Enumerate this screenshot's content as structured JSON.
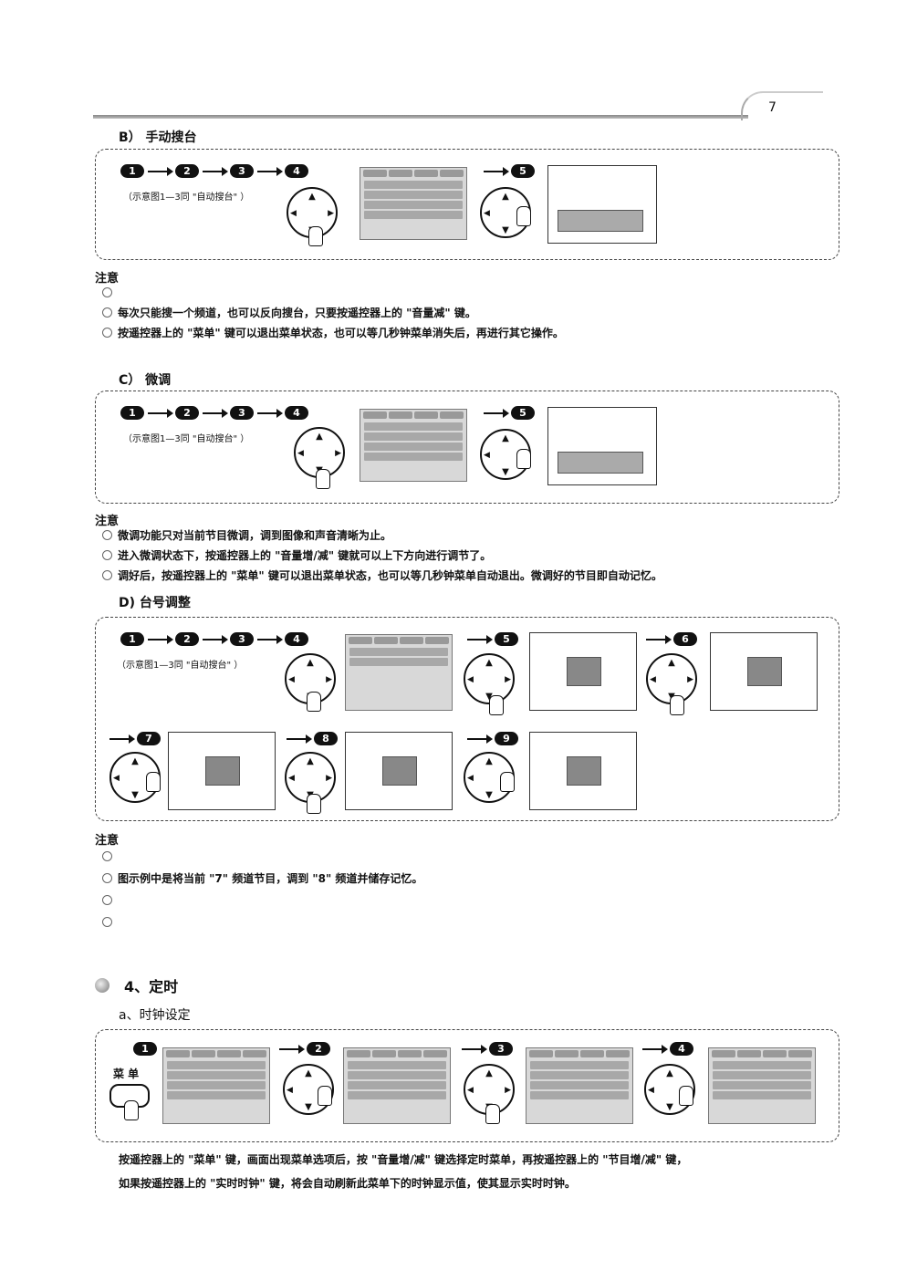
{
  "page_number": "7",
  "sections": {
    "b_title": "B） 手动搜台",
    "c_title": "C） 微调",
    "d_title": "D) 台号调整",
    "timer_title": "4、定时",
    "timer_sub": "a、时钟设定"
  },
  "captions": {
    "steps": "（示意图1—3同 \"自动搜台\" ）",
    "store_msg": "",
    "menu_label": "菜 单",
    "step_nums": [
      "1",
      "2",
      "3",
      "4",
      "5",
      "6",
      "7",
      "8",
      "9"
    ]
  },
  "notes_b": {
    "title": "注意",
    "items": [
      "",
      "",
      "",
      "每次只能搜一个频道，也可以反向搜台，只要按遥控器上的 \"音量减\" 键。",
      "按遥控器上的 \"菜单\" 键可以退出菜单状态，也可以等几秒钟菜单消失后，再进行其它操作。"
    ]
  },
  "notes_c": {
    "title": "注意",
    "items": [
      "微调功能只对当前节目微调，调到图像和声音清晰为止。",
      "进入微调状态下，按遥控器上的 \"音量增/减\" 键就可以上下方向进行调节了。",
      "调好后，按遥控器上的 \"菜单\" 键可以退出菜单状态，也可以等几秒钟菜单自动退出。微调好的节目即自动记忆。"
    ]
  },
  "notes_d": {
    "title": "注意",
    "items": [
      "",
      "",
      "",
      "图示例中是将当前 \"7\" 频道节目，调到 \"8\" 频道并储存记忆。",
      "",
      ""
    ]
  },
  "bottom_text": [
    "按遥控器上的 \"菜单\" 键，画面出现菜单选项后，按 \"音量增/减\" 键选择定时菜单，再按遥控器上的 \"节目增/减\" 键，",
    "",
    "如果按遥控器上的 \"实时时钟\" 键，将会自动刷新此菜单下的时钟显示值，使其显示实时时钟。"
  ]
}
